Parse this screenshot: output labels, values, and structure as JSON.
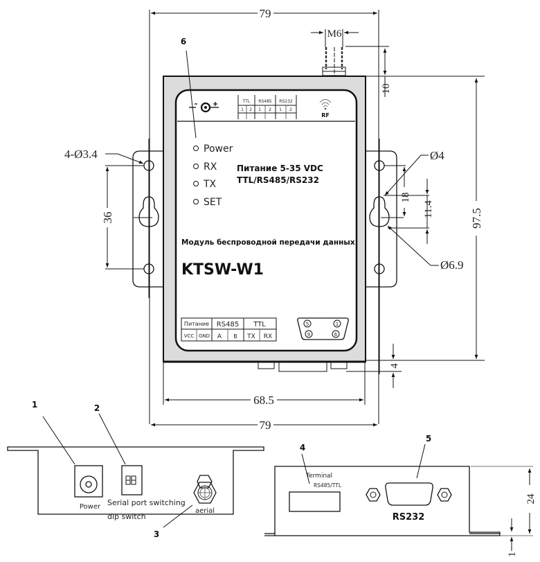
{
  "title": "KTSW-W1 dimensional drawing",
  "device": {
    "model": "KTSW-W1",
    "description": "Модуль беспроводной передачи данных",
    "power_spec": "Питание 5-35 VDC",
    "interfaces_spec": "TTL/RS485/RS232",
    "top_label_table": {
      "groups": [
        "TTL",
        "RS485",
        "RS232"
      ],
      "pins": [
        "1",
        "2",
        "1",
        "2",
        "1",
        "2"
      ]
    },
    "rf_label": "RF",
    "leds": [
      "Power",
      "RX",
      "TX",
      "SET"
    ],
    "terminal_table": {
      "header": [
        "Питание",
        "RS485",
        "TTL"
      ],
      "pins": [
        "VCC",
        "GND",
        "A",
        "B",
        "TX",
        "RX"
      ]
    },
    "db9_pins": [
      "5",
      "1",
      "9",
      "6"
    ]
  },
  "dimensions": {
    "overall_width_top": "79",
    "overall_width_bottom": "79",
    "body_width": "68.5",
    "antenna_thread": "M6",
    "antenna_height": "10",
    "overall_height": "97.5",
    "mount_hole_spacing": "36",
    "mount_holes": "4-Ø3.4",
    "keyhole_small": "Ø4",
    "keyhole_large": "Ø6.9",
    "keyhole_offset": "18",
    "keyhole_length": "11.4",
    "bottom_offset": "4",
    "side_height": "24",
    "flange_thickness": "1"
  },
  "callouts": {
    "c1": "1",
    "c2": "2",
    "c3": "3",
    "c4": "4",
    "c5": "5",
    "c6": "6"
  },
  "side_view_left": {
    "power_label": "Power",
    "dip_label_line1": "Serial port switching",
    "dip_label_line2": "dip switch",
    "aerial_label": "aerial"
  },
  "side_view_right": {
    "terminal_label": "Terminal",
    "terminal_sub": "RS485/TTL",
    "rs232_label": "RS232"
  }
}
